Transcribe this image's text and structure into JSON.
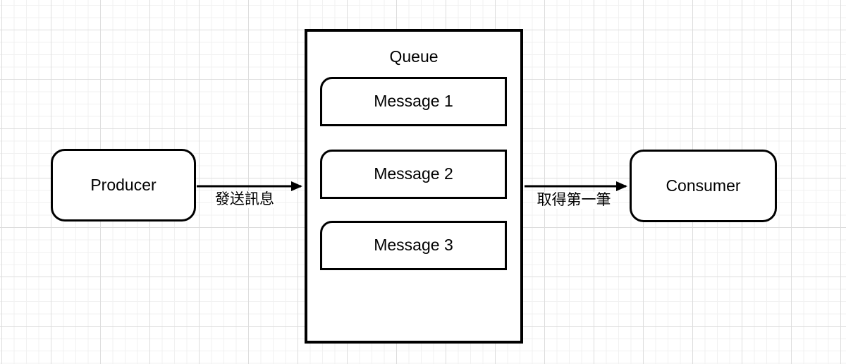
{
  "diagram": {
    "producer": {
      "label": "Producer"
    },
    "queue": {
      "title": "Queue",
      "messages": [
        {
          "label": "Message 1"
        },
        {
          "label": "Message 2"
        },
        {
          "label": "Message 3"
        }
      ]
    },
    "consumer": {
      "label": "Consumer"
    },
    "edges": [
      {
        "from": "Producer",
        "to": "Queue",
        "label": "發送訊息"
      },
      {
        "from": "Queue",
        "to": "Consumer",
        "label": "取得第一筆"
      }
    ],
    "colors": {
      "stroke": "#000000",
      "node_fill": "#ffffff",
      "background": "#ffffff",
      "grid_minor": "#f1f1f1",
      "grid_major": "#dddddd"
    }
  }
}
